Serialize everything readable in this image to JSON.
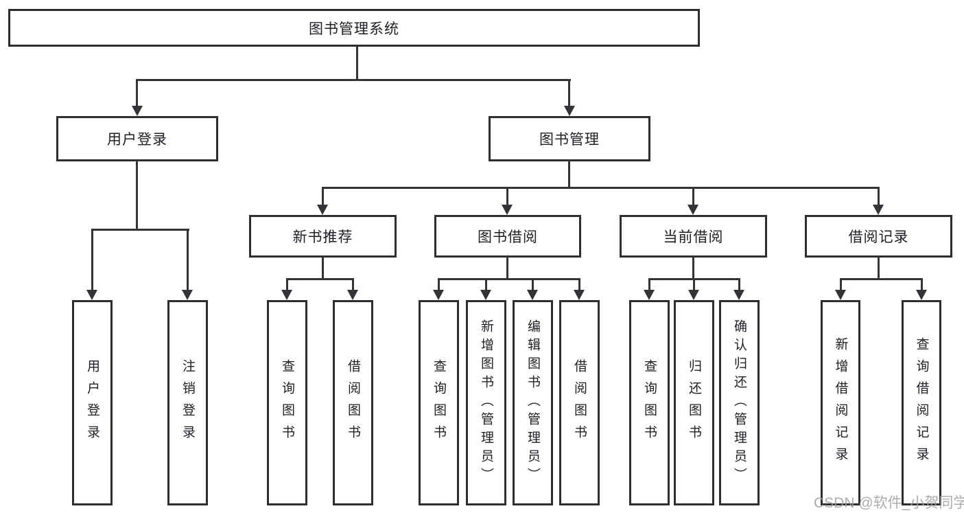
{
  "nodes": {
    "root": "图书管理系统",
    "user_login": "用户登录",
    "book_mgmt": "图书管理",
    "new_book_rec": "新书推荐",
    "book_borrow": "图书借阅",
    "current_borrow": "当前借阅",
    "borrow_record": "借阅记录",
    "leaf_user_login": "用户登录",
    "leaf_logout": "注销登录",
    "leaf_query_book_1": "查询图书",
    "leaf_borrow_book_1": "借阅图书",
    "leaf_query_book_2": "查询图书",
    "leaf_add_book": "新增图书（管理员）",
    "leaf_edit_book": "编辑图书（管理员）",
    "leaf_borrow_book_2": "借阅图书",
    "leaf_query_book_3": "查询图书",
    "leaf_return_book": "归还图书",
    "leaf_confirm_return": "确认归还（管理员）",
    "leaf_add_record": "新增借阅记录",
    "leaf_query_record": "查询借阅记录"
  },
  "watermark": "CSDN @软件_小贺同学",
  "colors": {
    "border": "#2e2e30",
    "line": "#333338",
    "text": "#1c1f23",
    "watermark": "#9e9e9e",
    "background": "#ffffff"
  }
}
